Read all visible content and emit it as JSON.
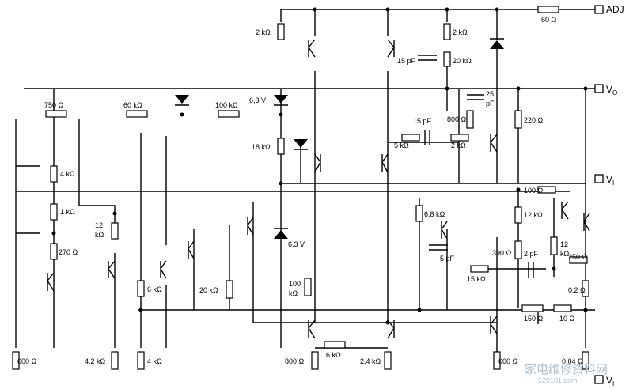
{
  "terminals": {
    "adj": "ADJ",
    "vo": "V",
    "vo_sub": "O",
    "vi": "V",
    "vi_sub": "I"
  },
  "resistors": {
    "r_750": "750 Ω",
    "r_60k": "60 kΩ",
    "r_100k": "100 kΩ",
    "r_2k_top": "2 kΩ",
    "r_2k_right": "2 kΩ",
    "r_20k": "20 kΩ",
    "r_60": "60 Ω",
    "r_4k": "4 kΩ",
    "r_1k": "1 kΩ",
    "r_270": "270 Ω",
    "r_600_left": "600 Ω",
    "r_12k_a": "12",
    "r_12k_b": "kΩ",
    "r_6k_mid": "6 kΩ",
    "r_4_2k": "4.2 kΩ",
    "r_4k_b": "4 kΩ",
    "r_20k_b": "20 kΩ",
    "r_18k": "18 kΩ",
    "r_100k_b1": "100",
    "r_100k_b2": "kΩ",
    "r_800_bot": "800 Ω",
    "r_6k_bot": "6 kΩ",
    "r_2_4k": "2,4 kΩ",
    "r_5k": "5 kΩ",
    "r_2k_mid": "2 kΩ",
    "r_800_mid": "800 Ω",
    "r_220": "220 Ω",
    "r_100": "100 Ω",
    "r_12k_c": "12 kΩ",
    "r_6_8k": "6,8 kΩ",
    "r_15k": "15 kΩ",
    "r_390": "390 Ω",
    "r_12k_d1": "12",
    "r_12k_d2": "kΩ",
    "r_250": "250 Ω",
    "r_0_2": "0.2 Ω",
    "r_150": "150 Ω",
    "r_10": "10 Ω",
    "r_0_04": "0.04 Ω",
    "r_600_right": "600 Ω"
  },
  "capacitors": {
    "c_15pf_top": "15 pF",
    "c_15pf_mid": "15 pF",
    "c_25pf_a": "25",
    "c_25pf_b": "pF",
    "c_5pf": "5 pF",
    "c_2pf": "2 pF"
  },
  "zeners": {
    "z1": "6,3 V",
    "z2": "6,3 V"
  },
  "watermark": {
    "text": "家电维修资料网",
    "url": "520101.com"
  }
}
